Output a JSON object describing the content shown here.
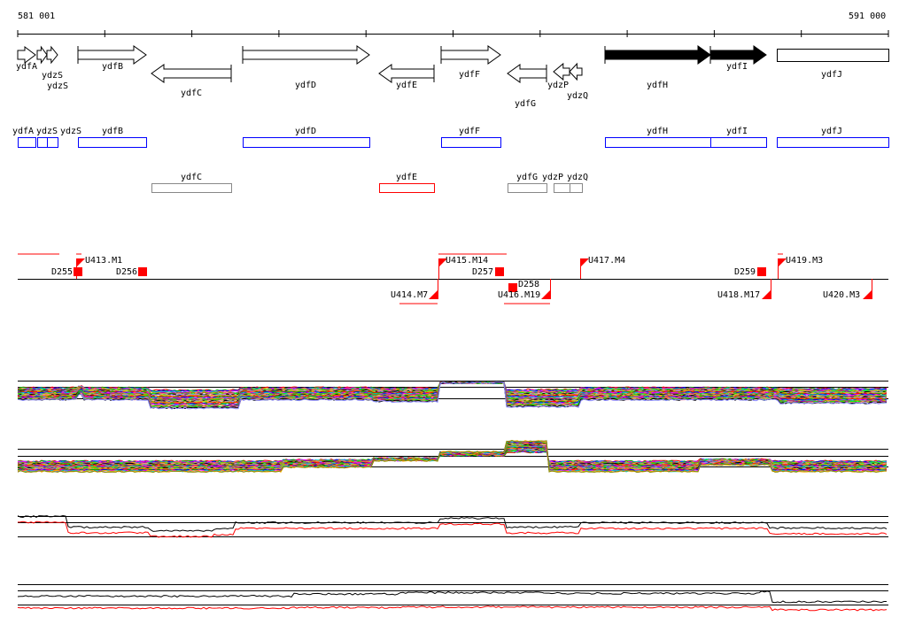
{
  "ruler": {
    "start_label": "581 001",
    "end_label": "591 000"
  },
  "genes": [
    {
      "name": "ydfA",
      "strand": "+",
      "start": 20,
      "end": 40,
      "fill": "white"
    },
    {
      "name": "ydzS",
      "strand": "+",
      "start": 42,
      "end": 53,
      "fill": "white"
    },
    {
      "name": "ydzS",
      "strand": "+",
      "start": 53,
      "end": 65,
      "fill": "white"
    },
    {
      "name": "ydfB",
      "strand": "+",
      "start": 88,
      "end": 165,
      "fill": "white"
    },
    {
      "name": "ydfC",
      "strand": "-",
      "start": 171,
      "end": 261,
      "fill": "white"
    },
    {
      "name": "ydfD",
      "strand": "+",
      "start": 274,
      "end": 417,
      "fill": "white"
    },
    {
      "name": "ydfE",
      "strand": "-",
      "start": 428,
      "end": 490,
      "fill": "white"
    },
    {
      "name": "ydfF",
      "strand": "+",
      "start": 498,
      "end": 565,
      "fill": "white"
    },
    {
      "name": "ydfG",
      "strand": "-",
      "start": 573,
      "end": 617,
      "fill": "white"
    },
    {
      "name": "ydzP",
      "strand": "-",
      "start": 625,
      "end": 643,
      "fill": "white"
    },
    {
      "name": "ydzQ",
      "strand": "-",
      "start": 643,
      "end": 657,
      "fill": "white"
    },
    {
      "name": "ydfH",
      "strand": "+",
      "start": 683,
      "end": 802,
      "fill": "black"
    },
    {
      "name": "ydfI",
      "strand": "+",
      "start": 802,
      "end": 865,
      "fill": "black"
    },
    {
      "name": "ydfJ",
      "strand": "+",
      "start": 877,
      "end": 1003,
      "fill": "box"
    }
  ],
  "gene_labels": [
    "ydfA",
    "ydzS",
    "ydzS",
    "ydfB",
    "ydfC",
    "ydfD",
    "ydfE",
    "ydfF",
    "ydfG",
    "ydzP",
    "ydzQ",
    "ydfH",
    "ydfI",
    "ydfJ"
  ],
  "fwd_boxes": [
    {
      "name": "ydfA",
      "start": 20,
      "end": 40
    },
    {
      "name": "ydzS",
      "start": 42,
      "end": 53
    },
    {
      "name": "ydzS",
      "start": 53,
      "end": 65
    },
    {
      "name": "ydfB",
      "start": 88,
      "end": 165
    },
    {
      "name": "ydfD",
      "start": 274,
      "end": 417
    },
    {
      "name": "ydfF",
      "start": 498,
      "end": 565
    },
    {
      "name": "ydfH",
      "start": 683,
      "end": 802
    },
    {
      "name": "ydfI",
      "start": 802,
      "end": 865
    },
    {
      "name": "ydfJ",
      "start": 877,
      "end": 1003
    }
  ],
  "rev_boxes": [
    {
      "name": "ydfC",
      "start": 171,
      "end": 261,
      "color": "#888888"
    },
    {
      "name": "ydfE",
      "start": 428,
      "end": 490,
      "color": "#ff0000"
    },
    {
      "name": "ydfG",
      "start": 573,
      "end": 617,
      "color": "#888888"
    },
    {
      "name": "ydzP",
      "start": 625,
      "end": 643,
      "color": "#888888"
    },
    {
      "name": "ydzQ",
      "start": 643,
      "end": 657,
      "color": "#888888"
    }
  ],
  "markers": [
    {
      "label": "U413.M1",
      "type": "U",
      "strand": "+",
      "pos": 86
    },
    {
      "label": "D255",
      "type": "D",
      "strand": "+",
      "pos": 84
    },
    {
      "label": "D256",
      "type": "D",
      "strand": "+",
      "pos": 157
    },
    {
      "label": "U414.M7",
      "type": "U",
      "strand": "-",
      "pos": 494
    },
    {
      "label": "U415.M14",
      "type": "U",
      "strand": "+",
      "pos": 495
    },
    {
      "label": "D257",
      "type": "D",
      "strand": "+",
      "pos": 560
    },
    {
      "label": "D258",
      "type": "D",
      "strand": "-",
      "pos": 575
    },
    {
      "label": "U416.M19",
      "type": "U",
      "strand": "-",
      "pos": 621
    },
    {
      "label": "U417.M4",
      "type": "U",
      "strand": "+",
      "pos": 655
    },
    {
      "label": "D259",
      "type": "D",
      "strand": "+",
      "pos": 856
    },
    {
      "label": "U418.M17",
      "type": "U",
      "strand": "-",
      "pos": 870
    },
    {
      "label": "U419.M3",
      "type": "U",
      "strand": "+",
      "pos": 878
    },
    {
      "label": "U420.M3",
      "type": "U",
      "strand": "-",
      "pos": 984
    }
  ],
  "colors": {
    "accent": "#ff0000",
    "box_blue": "#0000ff"
  },
  "tracks": [
    {
      "name": "expression-multi-1",
      "profile": [
        [
          20,
          0
        ],
        [
          88,
          0.3
        ],
        [
          95,
          0
        ],
        [
          170,
          -0.5
        ],
        [
          270,
          0
        ],
        [
          420,
          -0.1
        ],
        [
          497,
          1
        ],
        [
          572,
          -0.4
        ],
        [
          655,
          0
        ],
        [
          880,
          -0.2
        ],
        [
          1003,
          -0.2
        ]
      ]
    },
    {
      "name": "expression-multi-2",
      "profile": [
        [
          20,
          0
        ],
        [
          320,
          0.2
        ],
        [
          420,
          0.5
        ],
        [
          497,
          0.9
        ],
        [
          572,
          1.4
        ],
        [
          620,
          0
        ],
        [
          790,
          0.3
        ],
        [
          870,
          0
        ],
        [
          1003,
          -0.2
        ]
      ]
    },
    {
      "name": "expression-pair-1",
      "profile": [
        [
          20,
          1
        ],
        [
          75,
          -0.2
        ],
        [
          170,
          -0.6
        ],
        [
          240,
          -0.4
        ],
        [
          265,
          0.3
        ],
        [
          497,
          0.8
        ],
        [
          570,
          -0.2
        ],
        [
          655,
          0.3
        ],
        [
          868,
          -0.3
        ],
        [
          1003,
          -0.5
        ]
      ]
    },
    {
      "name": "expression-pair-2",
      "profile": [
        [
          20,
          0
        ],
        [
          330,
          0.3
        ],
        [
          450,
          0.5
        ],
        [
          620,
          0.4
        ],
        [
          860,
          0.6
        ],
        [
          870,
          -0.8
        ],
        [
          1003,
          -1
        ]
      ]
    }
  ]
}
